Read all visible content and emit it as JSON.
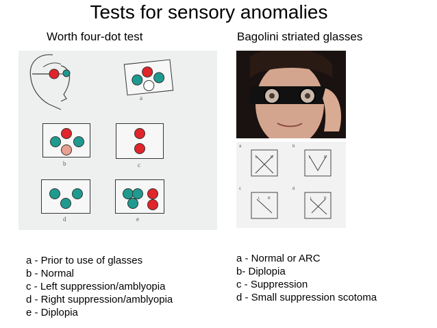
{
  "title": "Tests for sensory anomalies",
  "left": {
    "heading": "Worth four-dot test",
    "labels": [
      "a",
      "b",
      "c",
      "d",
      "e"
    ],
    "captions": [
      "a - Prior to use of glasses",
      "b - Normal",
      "c - Left suppression/amblyopia",
      "d - Right suppression/amblyopia",
      "e - Diplopia"
    ]
  },
  "right": {
    "heading": "Bagolini striated glasses",
    "grid_labels": [
      "a",
      "b",
      "c",
      "d"
    ],
    "L": "L",
    "R": "R",
    "captions": [
      "a - Normal or ARC",
      "b-  Diplopia",
      "c - Suppression",
      "d - Small suppression scotoma"
    ]
  },
  "colors": {
    "red": "#e0252b",
    "green": "#1f9a8f",
    "pink": "#e8a090"
  }
}
